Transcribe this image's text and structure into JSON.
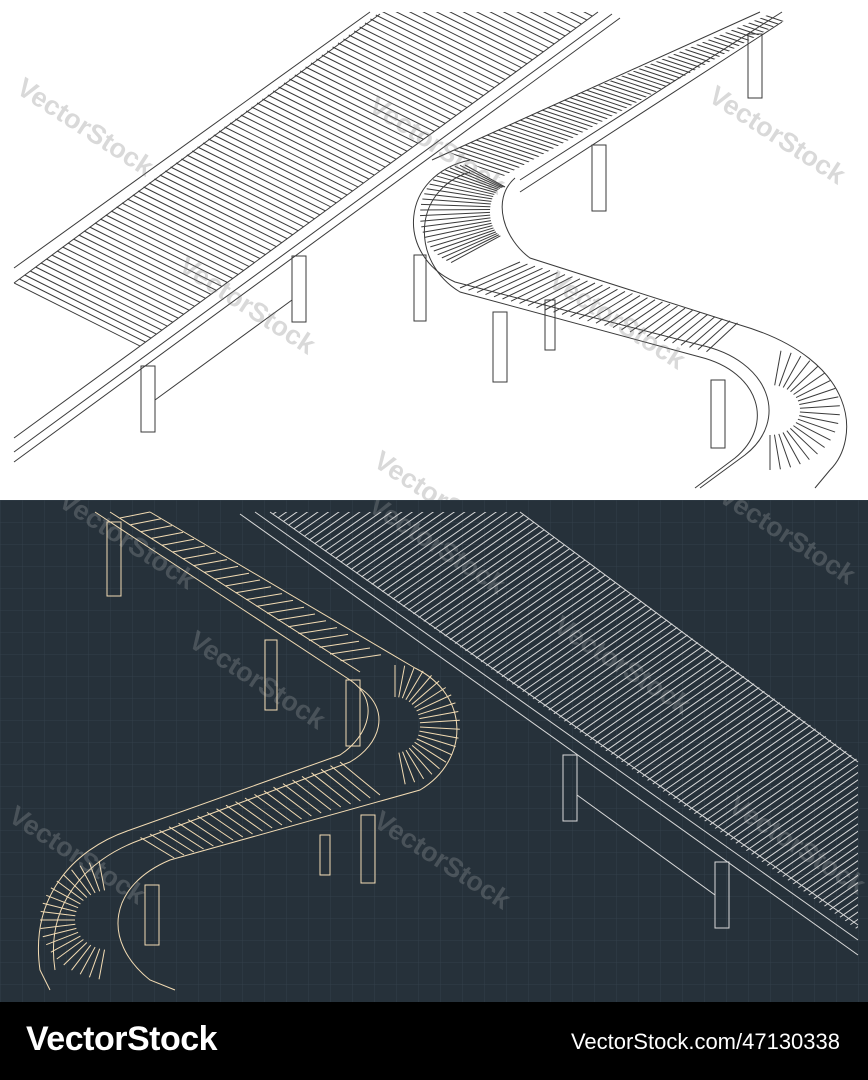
{
  "watermark": {
    "text": "VectorStock"
  },
  "footer": {
    "brand": "VectorStock",
    "image_id": "VectorStock.com/47130338"
  },
  "colors": {
    "light_background": "#ffffff",
    "light_line": "#3a3a3a",
    "dark_background": "#26313a",
    "dark_grid": "#33404a",
    "dark_line_straight": "#d9d9d9",
    "dark_line_curve": "#f3dcb4",
    "footer_background": "#000000",
    "footer_text": "#ffffff"
  }
}
